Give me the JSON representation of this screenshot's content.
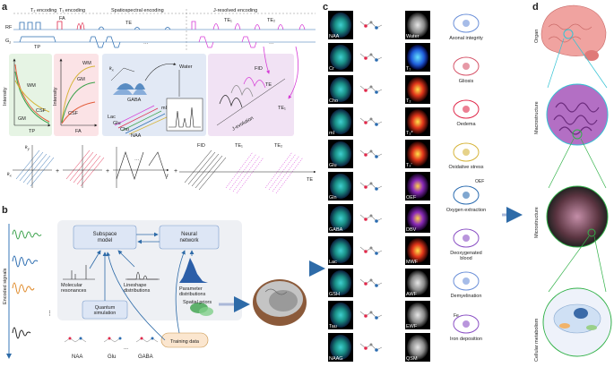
{
  "colors": {
    "pulse_blue": "#2b6cb0",
    "t1_red": "#e0294b",
    "jres_magenta": "#d63ad6",
    "arrow_blue": "#3a7ab8",
    "gm_green": "#3aa14a",
    "box_gray": "#eef0f4",
    "organ_cyan": "#34c3d4",
    "micro_green": "#33b24a"
  },
  "panel_a": {
    "letter": "a",
    "t2_encoding": "T₂ encoding",
    "t1_encoding": "T₁ encoding",
    "spatiospectral": "Spatiospectral encoding",
    "jresolved": "J-resolved encoding",
    "rf": "RF",
    "gz": "G",
    "gz_sub": "z",
    "fa": "FA",
    "tp": "TP",
    "te": "TE",
    "te1": "TE₁",
    "te2": "TE₂",
    "plot1": {
      "ylabel": "Intensity",
      "xlabel": "TP",
      "curves": [
        "WM",
        "GM",
        "CSF"
      ]
    },
    "plot2": {
      "ylabel": "Intensity",
      "xlabel": "FA",
      "curves": [
        "WM",
        "GM",
        "CSF"
      ]
    },
    "spectral": {
      "water": "Water",
      "gaba": "GABA",
      "glu": "Glu",
      "lac": "Lac",
      "cho": "Cho",
      "naa": "NAA",
      "mi": "mI",
      "kx": "k",
      "kx_sub": "x",
      "t": "t"
    },
    "jres": {
      "fid": "FID",
      "te": "TE",
      "te1": "TE₁",
      "j_evolution": "J-evolution"
    },
    "kspace": {
      "ky": "k",
      "ky_sub": "y",
      "kx": "k",
      "kx_sub": "x",
      "plus1": "+",
      "plus2": "+",
      "plus3": "+",
      "t": "t",
      "fid": "FID",
      "te1": "TE₁",
      "te2": "TE₂",
      "te": "TE",
      "dots": "···"
    }
  },
  "panel_b": {
    "letter": "b",
    "encoded_signals": "Encoded signals",
    "dots": "⋮",
    "subspace_model": "Subspace\nmodel",
    "neural_network": "Neural\nnetwork",
    "molecular_resonances": "Molecular\nresonances",
    "lineshape_distributions": "Lineshape\ndistributions",
    "parameter_distributions": "Parameter\ndistributions",
    "spatial_priors": "Spatial priors",
    "quantum_simulation": "Quantum\nsimulation",
    "training_data": "Training data",
    "molecules": [
      "NAA",
      "Glu",
      "GABA"
    ],
    "ellipsis": "..."
  },
  "panel_c": {
    "letter": "c",
    "metabolites": [
      "NAA",
      "Cr",
      "Cho",
      "mI",
      "Glu",
      "Gln",
      "GABA",
      "Lac",
      "GSH",
      "Tau",
      "NAAG"
    ],
    "params": [
      "Water",
      "T₁",
      "T₂",
      "T₂*",
      "T₂'",
      "OEF",
      "DBV",
      "MWF",
      "AWF",
      "EWF",
      "QSM"
    ],
    "biomarkers": [
      "Axonal integrity",
      "Gliosis",
      "Oedema",
      "Oxidative stress",
      "Oxygen extraction",
      "Deoxygenated\nblood",
      "Demyelination",
      "Iron deposition"
    ],
    "oef_label": "OEF",
    "fe_label": "Fe"
  },
  "panel_d": {
    "letter": "d",
    "levels": [
      "Organ",
      "Macrostructure",
      "Microstructure",
      "Cellular metabolism"
    ]
  }
}
